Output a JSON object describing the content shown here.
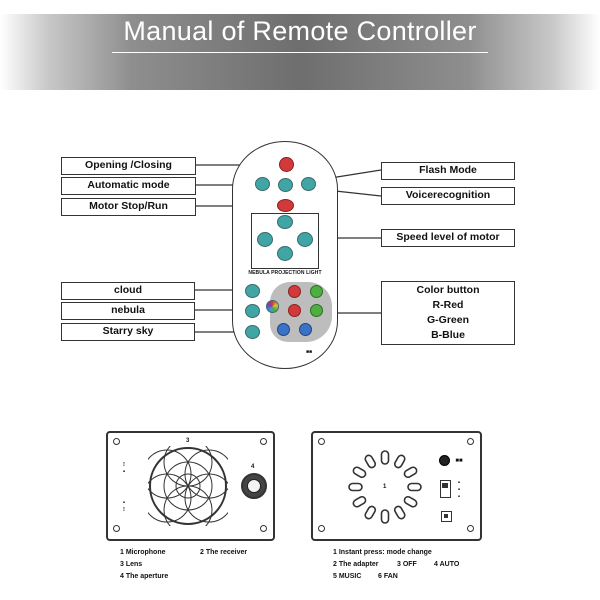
{
  "header": {
    "title": "Manual of Remote Controller"
  },
  "remote": {
    "brand_text": "NEBULA PROJECTION LIGHT",
    "left_labels": [
      "Opening /Closing",
      "Automatic mode",
      "Motor Stop/Run",
      "cloud",
      "nebula",
      "Starry sky"
    ],
    "right_labels": [
      "Flash Mode",
      "Voicerecognition",
      "Speed level of motor"
    ],
    "color_button": {
      "title": "Color button",
      "lines": [
        "R-Red",
        "G-Green",
        "B-Blue"
      ]
    },
    "colors": {
      "teal": "#3fa5a5",
      "red": "#d23a3a",
      "green": "#4caf3f",
      "blue": "#3a72c8"
    }
  },
  "device_front": {
    "callouts": [
      "1",
      "3",
      "4"
    ],
    "legend": {
      "item1": "1 Microphone",
      "item2": "2 The receiver",
      "item3": "3 Lens",
      "item4": "4 The aperture"
    }
  },
  "device_back": {
    "callout": "1",
    "legend": {
      "item1": "1 Instant press: mode change",
      "item2": "2 The adapter",
      "item3": "3 OFF",
      "item4": "4 AUTO",
      "item5": "5 MUSIC",
      "item6": "6 FAN"
    }
  }
}
